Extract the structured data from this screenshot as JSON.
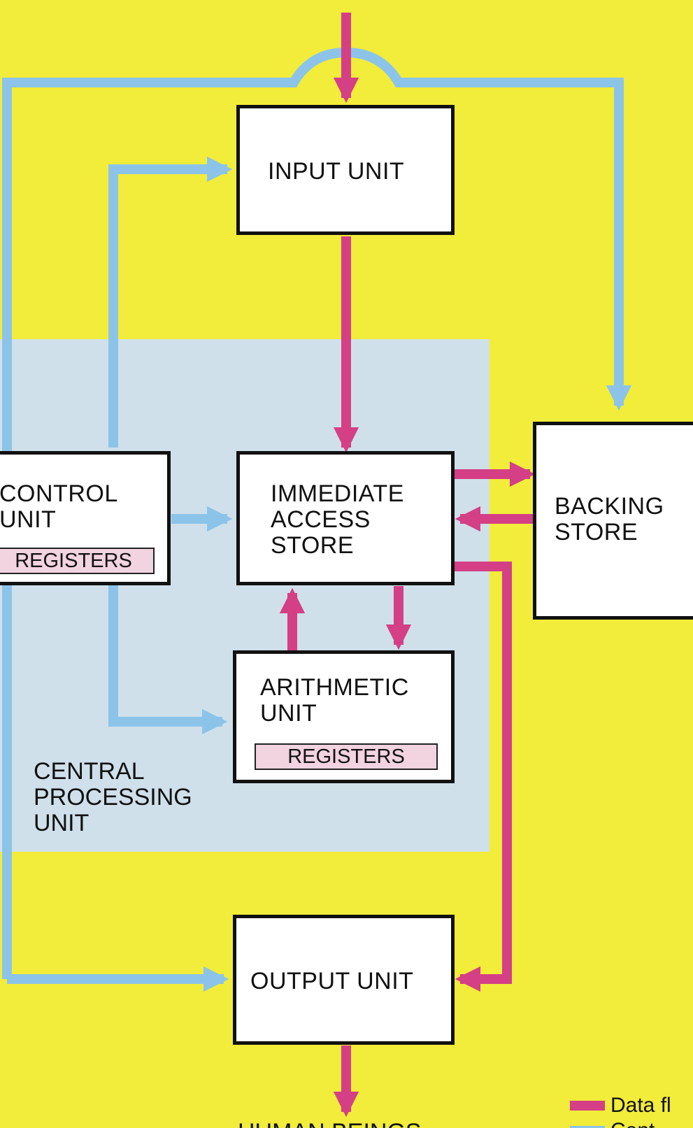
{
  "colors": {
    "background": "#f2ec3a",
    "cpu_region": "#cfe0ea",
    "data_flow": "#d43f86",
    "control_flow": "#8cc4e9",
    "register_fill": "#f2d3e0"
  },
  "boxes": {
    "input_unit": {
      "label": "INPUT UNIT"
    },
    "immediate_access_store": {
      "label": "IMMEDIATE\nACCESS\nSTORE"
    },
    "control_unit": {
      "label": "CONTROL\nUNIT",
      "registers": "REGISTERS"
    },
    "arithmetic_unit": {
      "label": "ARITHMETIC\nUNIT",
      "registers": "REGISTERS"
    },
    "backing_store": {
      "label": "BACKING\nSTORE"
    },
    "output_unit": {
      "label": "OUTPUT UNIT"
    }
  },
  "region_label": "CENTRAL\nPROCESSING\nUNIT",
  "bottom_label": "HUMAN BEINGS",
  "legend": [
    {
      "label": "Data fl",
      "color": "#d43f86"
    },
    {
      "label": "Cont",
      "color": "#8cc4e9"
    }
  ]
}
